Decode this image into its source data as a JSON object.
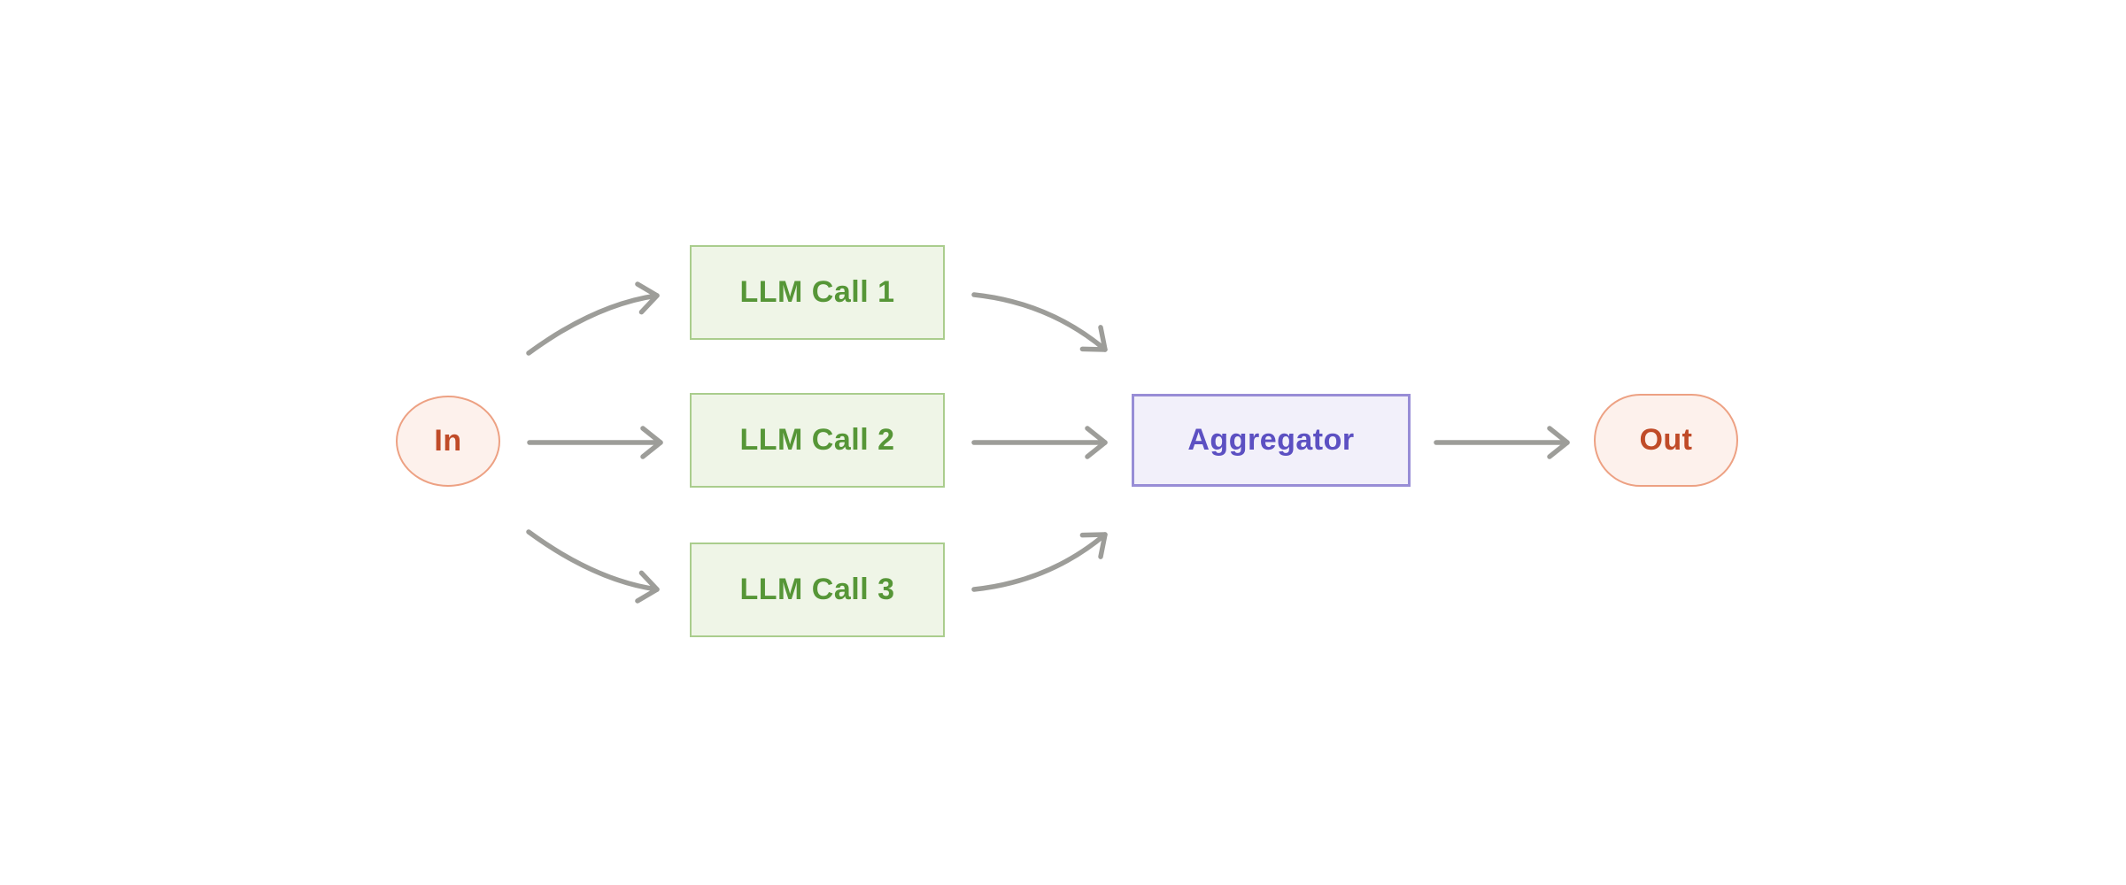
{
  "diagram": {
    "nodes": {
      "in": {
        "label": "In",
        "shape": "circle",
        "fill": "#fdf1ec",
        "border": "#eda183",
        "text_color": "#c04b28"
      },
      "llm_call_1": {
        "label": "LLM Call 1",
        "shape": "rect",
        "fill": "#eff5e7",
        "border": "#aacd8d",
        "text_color": "#569637"
      },
      "llm_call_2": {
        "label": "LLM Call 2",
        "shape": "rect",
        "fill": "#eff5e7",
        "border": "#aacd8d",
        "text_color": "#569637"
      },
      "llm_call_3": {
        "label": "LLM Call 3",
        "shape": "rect",
        "fill": "#eff5e7",
        "border": "#aacd8d",
        "text_color": "#569637"
      },
      "aggregator": {
        "label": "Aggregator",
        "shape": "rect",
        "fill": "#f2f0fa",
        "border": "#988dd6",
        "text_color": "#5c50c2"
      },
      "out": {
        "label": "Out",
        "shape": "pill",
        "fill": "#fdf1ec",
        "border": "#eda183",
        "text_color": "#c04b28"
      }
    },
    "edges": [
      {
        "from": "In",
        "to": "LLM Call 1",
        "style": "curved-up"
      },
      {
        "from": "In",
        "to": "LLM Call 2",
        "style": "straight"
      },
      {
        "from": "In",
        "to": "LLM Call 3",
        "style": "curved-down"
      },
      {
        "from": "LLM Call 1",
        "to": "Aggregator",
        "style": "curved-down"
      },
      {
        "from": "LLM Call 2",
        "to": "Aggregator",
        "style": "straight"
      },
      {
        "from": "LLM Call 3",
        "to": "Aggregator",
        "style": "curved-up"
      },
      {
        "from": "Aggregator",
        "to": "Out",
        "style": "straight"
      }
    ],
    "colors": {
      "background": "#ffffff",
      "arrow": "#9d9d99"
    }
  }
}
